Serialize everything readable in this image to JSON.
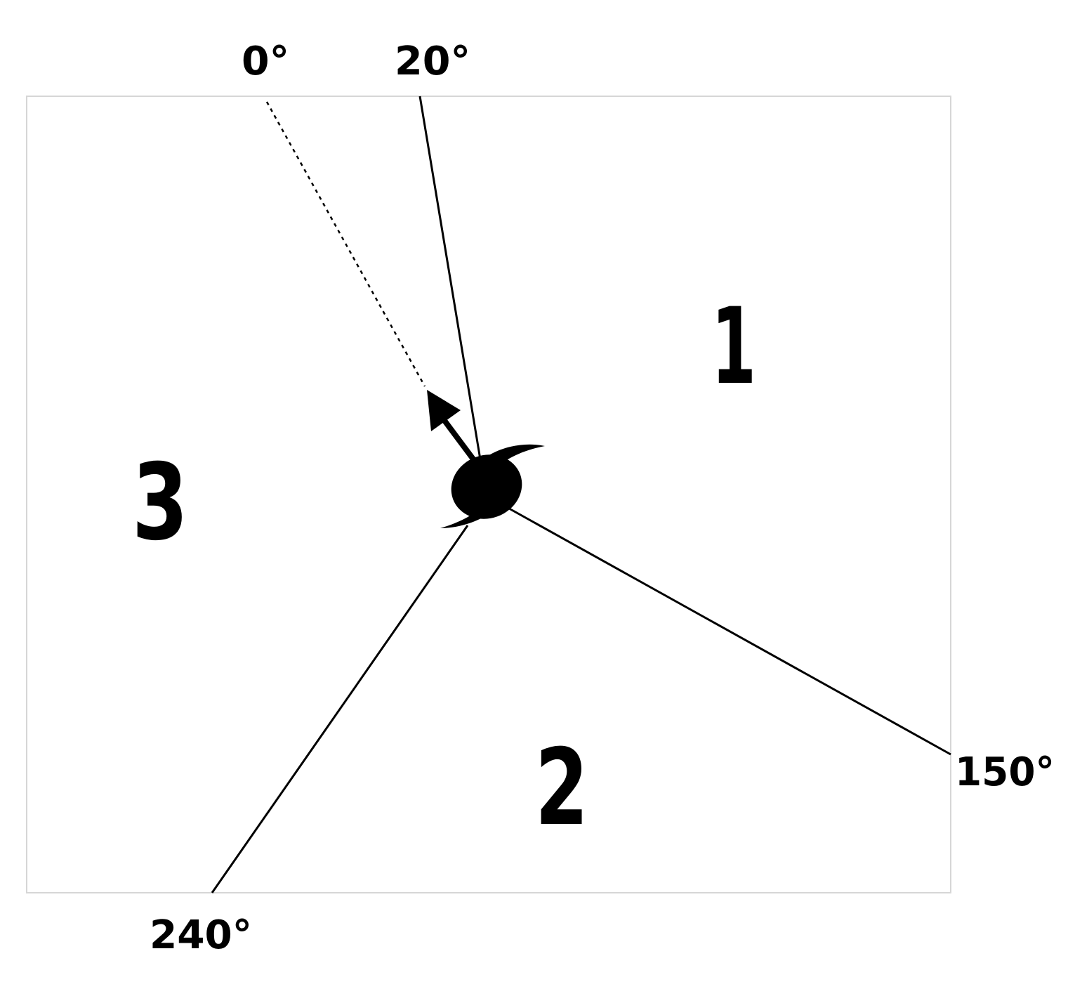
{
  "diagram": {
    "angles": {
      "zero": "0°",
      "twenty": "20°",
      "one_fifty": "150°",
      "two_forty": "240°"
    },
    "sectors": {
      "one": "1",
      "two": "2",
      "three": "3"
    },
    "colors": {
      "ink": "#000000",
      "frame": "#d6d6d6",
      "background": "#ffffff"
    },
    "icons": {
      "storm": "hurricane-icon",
      "motion": "arrow-icon"
    }
  }
}
